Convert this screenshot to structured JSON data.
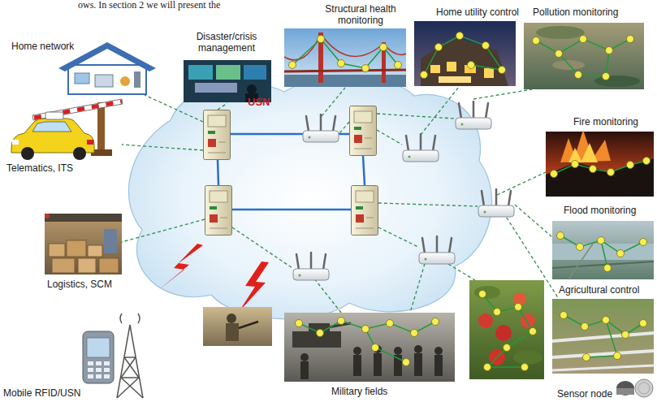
{
  "diagram": {
    "nodes": [
      {
        "text": [
          "USN"
        ]
      }
    ],
    "labels": [
      "ows. In section 2 we will present the",
      "Structural health monitoring",
      "Home utility control",
      "Pollution monitoring",
      "Disaster/crisis management",
      "Home network",
      "Fire monitoring",
      "Telematics, ITS",
      "Flood monitoring",
      "Logistics, SCM",
      "Agricultural control",
      "Military fields",
      "Mobile RFID/USN",
      "Sensor node"
    ]
  }
}
